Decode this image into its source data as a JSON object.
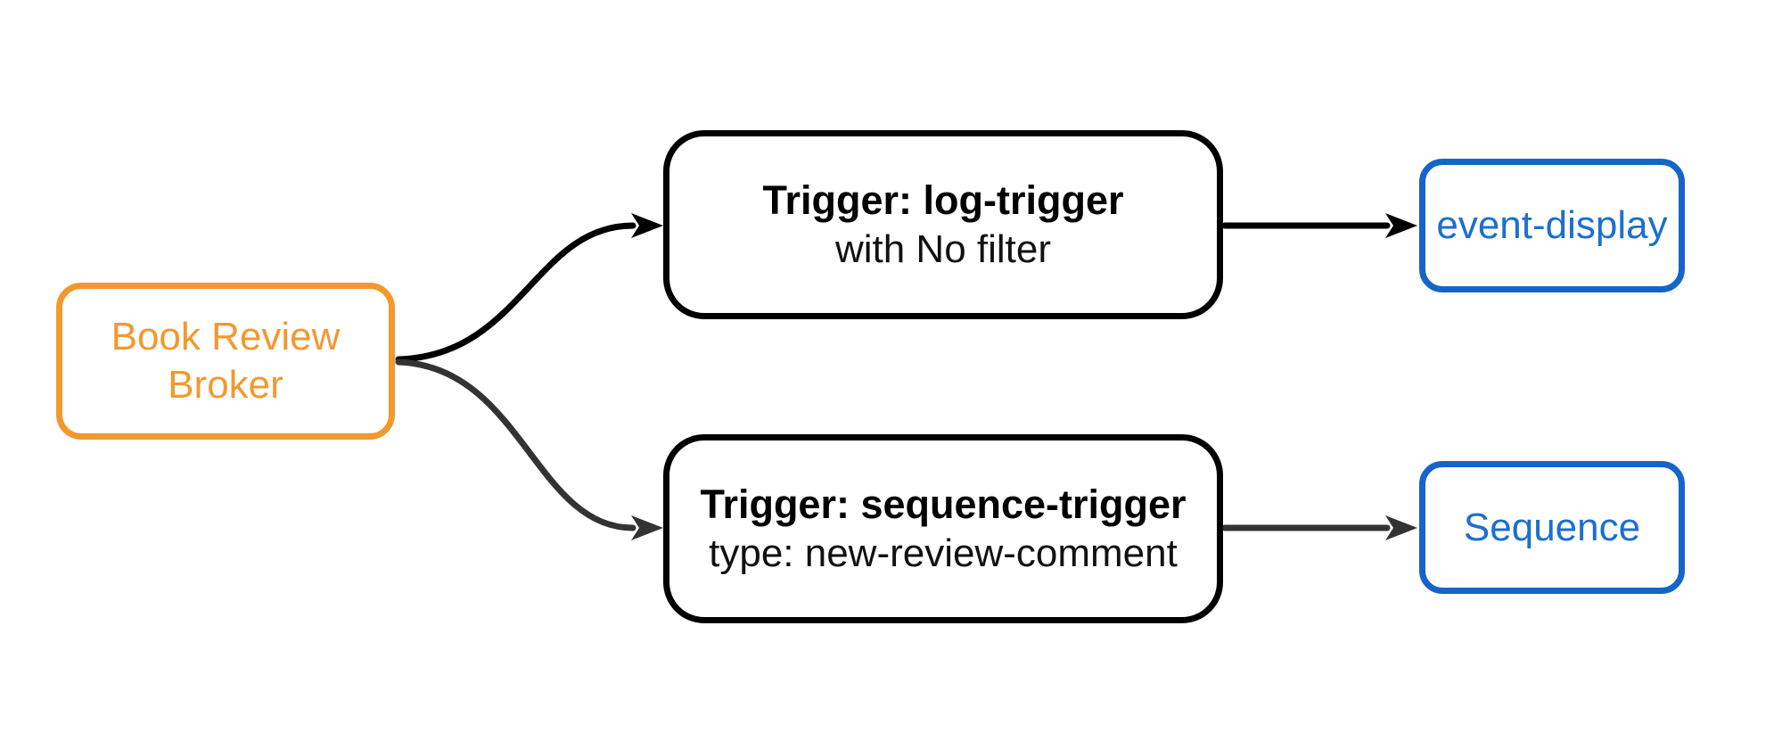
{
  "diagram": {
    "nodes": {
      "broker": {
        "line1": "Book Review",
        "line2": "Broker"
      },
      "trigger_log": {
        "title": "Trigger: log-trigger",
        "subtitle": "with No filter"
      },
      "trigger_sequence": {
        "title": "Trigger: sequence-trigger",
        "subtitle": "type: new-review-comment"
      },
      "event_display": {
        "label": "event-display"
      },
      "sequence": {
        "label": "Sequence"
      }
    },
    "edges": [
      {
        "from": "broker",
        "to": "trigger_log",
        "color": "#000000"
      },
      {
        "from": "broker",
        "to": "trigger_sequence",
        "color": "#333333"
      },
      {
        "from": "trigger_log",
        "to": "event_display",
        "color": "#000000"
      },
      {
        "from": "trigger_sequence",
        "to": "sequence",
        "color": "#333333"
      }
    ]
  },
  "colors": {
    "background": "#FFFFFF",
    "broker_orange": "#F2992E",
    "trigger_border": "#000000",
    "trigger_title": "#000000",
    "trigger_subtitle": "#111111",
    "service_border": "#1565C8",
    "service_text": "#1B6FD0",
    "edge_black": "#000000",
    "edge_gray": "#333333"
  }
}
